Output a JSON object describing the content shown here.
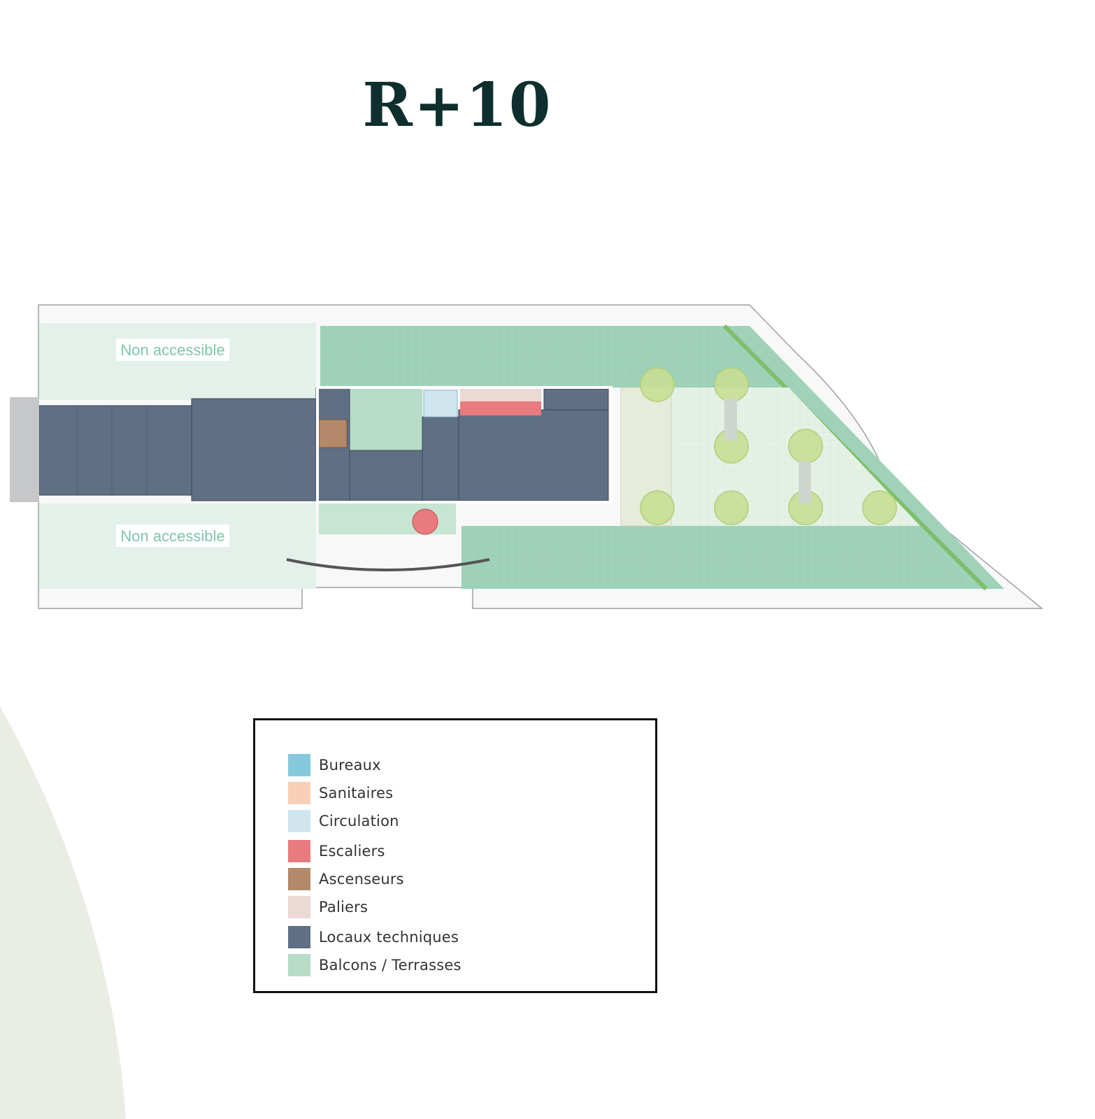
{
  "title": "R+10",
  "plan": {
    "zone_labels": [
      "Non accessible",
      "Non accessible"
    ]
  },
  "legend": {
    "items": [
      {
        "label": "Bureaux",
        "color": "#86c9dc"
      },
      {
        "label": "Sanitaires",
        "color": "#f7cfb6"
      },
      {
        "label": "Circulation",
        "color": "#cfe6ee"
      },
      {
        "label": "Escaliers",
        "color": "#e97a7e"
      },
      {
        "label": "Ascenseurs",
        "color": "#b3896a"
      },
      {
        "label": "Paliers",
        "color": "#ecd8d4"
      },
      {
        "label": "Locaux techniques",
        "color": "#5f6f84"
      },
      {
        "label": "Balcons / Terrasses",
        "color": "#b7dcc7"
      }
    ]
  }
}
